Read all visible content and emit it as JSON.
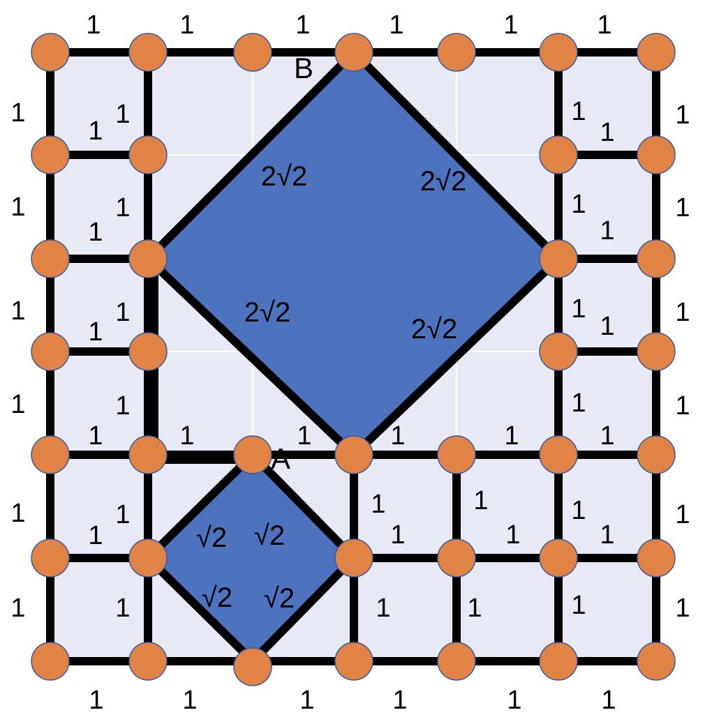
{
  "colors": {
    "background": "#e7e9f5",
    "square_fill": "#4d73be",
    "edge": "#000000",
    "node_fill": "#e08344",
    "node_stroke": "#3a5aa0"
  },
  "point_labels": {
    "A": "A",
    "B": "B"
  },
  "edge_labels": {
    "unit": "1",
    "large_side": "2√2",
    "small_side": "√2"
  },
  "description_none": ""
}
